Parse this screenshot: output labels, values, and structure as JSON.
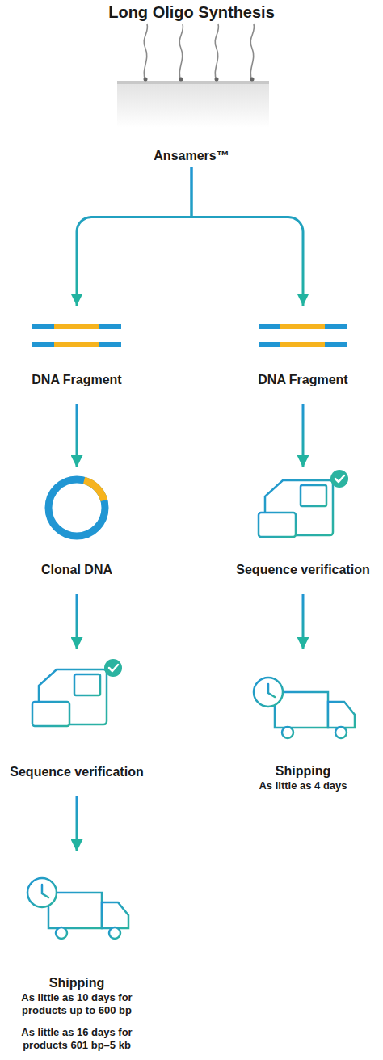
{
  "diagram": {
    "title": "Long Oligo Synthesis",
    "nodes": [
      {
        "text": [
          "Ansamers™"
        ]
      },
      {
        "text": [
          "DNA Fragment"
        ]
      },
      {
        "text": [
          "DNA Fragment"
        ]
      },
      {
        "text": [
          "Clonal DNA"
        ]
      },
      {
        "text": [
          "Sequence verification"
        ]
      },
      {
        "text": [
          "Sequence verification"
        ]
      },
      {
        "text": [
          "Shipping",
          "As little as 4 days"
        ]
      },
      {
        "text": [
          "Shipping",
          "As little as 10 days for products up to 600 bp",
          "As little as 16 days for products 601 bp–5 kb"
        ]
      }
    ],
    "edges": [
      {
        "from": 0,
        "to": 1,
        "arrow": "to"
      },
      {
        "from": 0,
        "to": 2,
        "arrow": "to"
      },
      {
        "from": 1,
        "to": 3,
        "arrow": "to"
      },
      {
        "from": 3,
        "to": 5,
        "arrow": "to"
      },
      {
        "from": 5,
        "to": 7,
        "arrow": "to"
      },
      {
        "from": 2,
        "to": 4,
        "arrow": "to"
      },
      {
        "from": 4,
        "to": 6,
        "arrow": "to"
      }
    ]
  }
}
